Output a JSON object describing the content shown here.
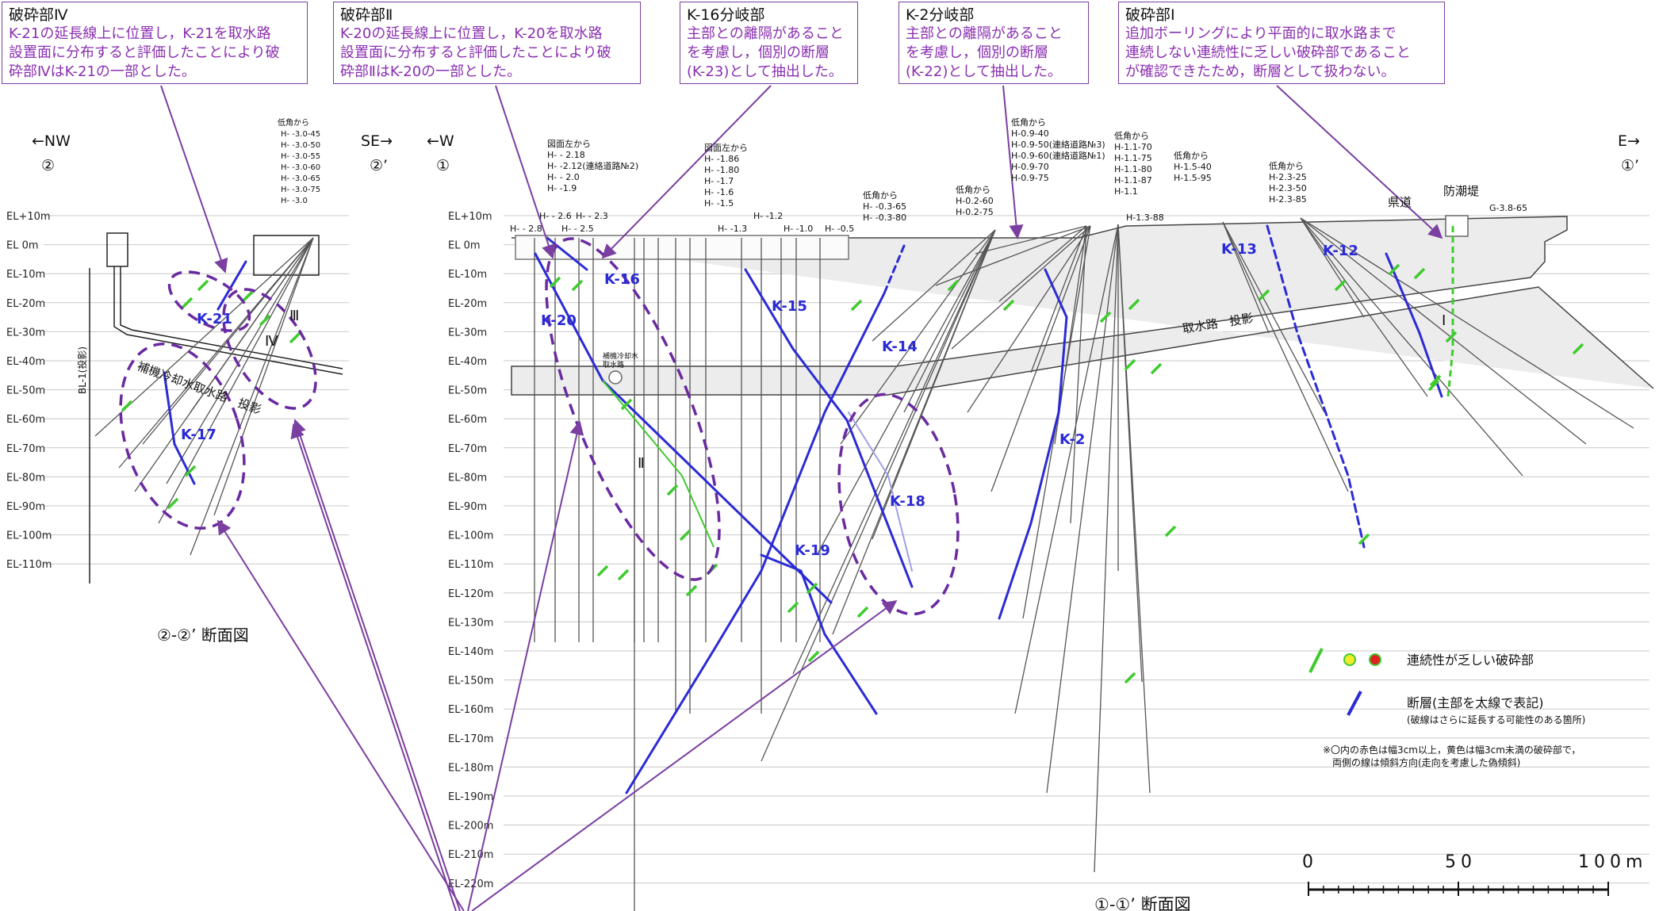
{
  "notes": [
    {
      "title": "破砕部Ⅳ",
      "body": "K-21の延長線上に位置し，K-21を取水路\n設置面に分布すると評価したことにより破\n砕部ⅣはK-21の一部とした。"
    },
    {
      "title": "破砕部Ⅱ",
      "body": "K-20の延長線上に位置し，K-20を取水路\n設置面に分布すると評価したことにより破\n砕部ⅡはK-20の一部とした。"
    },
    {
      "title": "K-16分岐部",
      "body": "主部との離隔があること\nを考慮し，個別の断層\n(K-23)として抽出した。"
    },
    {
      "title": "K-2分岐部",
      "body": "主部との離隔があること\nを考慮し，個別の断層\n(K-22)として抽出した。"
    },
    {
      "title": "破砕部Ⅰ",
      "body": "追加ボーリングにより平面的に取水路まで\n連続しない連続性に乏しい破砕部であること\nが確認できたため，断層として扱わない。"
    }
  ],
  "section2": {
    "title": "②-②’ 断面図",
    "dir_left": "←NW",
    "dir_left_num": "②",
    "dir_right": "SE→",
    "dir_right_num": "②’",
    "projection_label": "BL-1(投影)",
    "channel_label": "補機冷却水取水路　投影",
    "low_angle_head": "低角から",
    "low_angle_values": [
      "H- -3.0-45",
      "H- -3.0-50",
      "H- -3.0-55",
      "H- -3.0-60",
      "H- -3.0-65",
      "H- -3.0-75",
      "H- -3.0"
    ],
    "faults": [
      "K-21",
      "K-17"
    ],
    "zones": [
      "Ⅲ",
      "Ⅳ"
    ]
  },
  "section1": {
    "title": "①-①’ 断面図",
    "dir_left": "←W",
    "dir_left_num": "①",
    "dir_right": "E→",
    "dir_right_num": "①’",
    "intake_label": "取水路　投影",
    "aux_intake_label": "補機冷却水\n取水路",
    "road_label": "県道",
    "seawall_label": "防潮堤",
    "g_label": "G-3.8-65",
    "faults": [
      "K-16",
      "K-15",
      "K-20",
      "K-14",
      "K-13",
      "K-12",
      "K-2",
      "K-18",
      "K-19"
    ],
    "zones": [
      "Ⅰ",
      "Ⅱ"
    ]
  },
  "elevation_labels": [
    "EL+10m",
    "EL  0m",
    "EL-10m",
    "EL-20m",
    "EL-30m",
    "EL-40m",
    "EL-50m",
    "EL-60m",
    "EL-70m",
    "EL-80m",
    "EL-90m",
    "EL-100m",
    "EL-110m",
    "EL-120m",
    "EL-130m",
    "EL-140m",
    "EL-150m",
    "EL-160m",
    "EL-170m",
    "EL-180m",
    "EL-190m",
    "EL-200m",
    "EL-210m",
    "EL-220m"
  ],
  "borehole_groups": [
    {
      "head": "図面左から",
      "lines": [
        "H- - 2.18",
        "H- -2.12(連絡道路№2)",
        "H- - 2.0",
        "H- -1.9"
      ]
    },
    {
      "head": "図面左から",
      "lines": [
        "H- -1.86",
        "H- -1.80",
        "H- -1.7",
        "H- -1.6",
        "H- -1.5"
      ]
    },
    {
      "head": "低角から",
      "lines": [
        "H- -0.3-65",
        "H- -0.3-80"
      ]
    },
    {
      "head": "低角から",
      "lines": [
        "H-0.2-60",
        "H-0.2-75"
      ]
    },
    {
      "head": "低角から",
      "lines": [
        "H-0.9-40",
        "H-0.9-50(連絡道路№3)",
        "H-0.9-60(連絡道路№1)",
        "H-0.9-70",
        "H-0.9-75"
      ]
    },
    {
      "head": "低角から",
      "lines": [
        "H-1.1-70",
        "H-1.1-75",
        "H-1.1-80",
        "H-1.1-87",
        "H-1.1"
      ]
    },
    {
      "head": "低角から",
      "lines": [
        "H-1.5-40",
        "H-1.5-95"
      ]
    },
    {
      "head": "低角から",
      "lines": [
        "H-2.3-25",
        "H-2.3-50",
        "H-2.3-85"
      ]
    }
  ],
  "surface_hole_labels": [
    "H- - 2.6",
    "H- - 2.3",
    "H- - 2.8",
    "H- - 2.5",
    "H- -1.2",
    "H- -1.3",
    "H- -1.0",
    "H- -0.5",
    "H-1.3-88"
  ],
  "legend": {
    "item1": "連続性が乏しい破砕部",
    "item2": "断層(主部を太線で表記)",
    "item2_sub": "(破線はさらに延長する可能性のある箇所)",
    "note_line1": "※〇内の赤色は幅3cm以上，黄色は幅3cm未満の破砕部で，",
    "note_line2": "両側の線は傾斜方向(走向を考慮した偽傾斜)"
  },
  "scale": {
    "labels": [
      "0",
      "50",
      "100m"
    ]
  },
  "colors": {
    "fault": "#2b2bd6",
    "fault_light": "#a0a0e6",
    "fracture": "#3ecb2e",
    "callout": "#7a3fa0",
    "grid": "#c8c8c8"
  }
}
